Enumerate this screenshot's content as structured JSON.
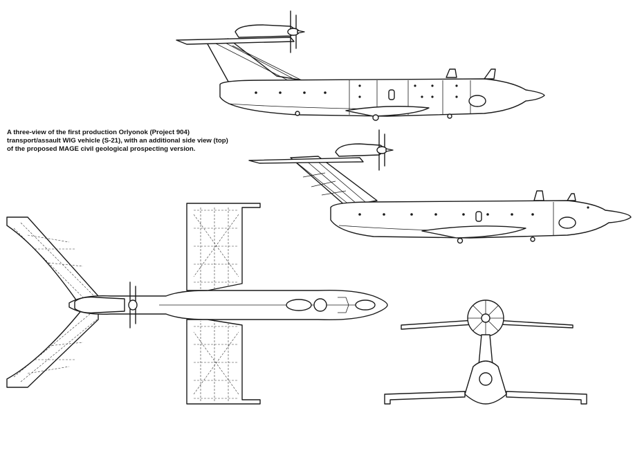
{
  "caption": {
    "line1": "A three-view of the first production Orlyonok (Project 904)",
    "line2": "transport/assault WIG vehicle (S-21), with an additional side view (top)",
    "line3": "of the proposed MAGE civil geological prospecting version."
  },
  "colors": {
    "ink": "#1a1a1a",
    "paper": "#ffffff"
  }
}
